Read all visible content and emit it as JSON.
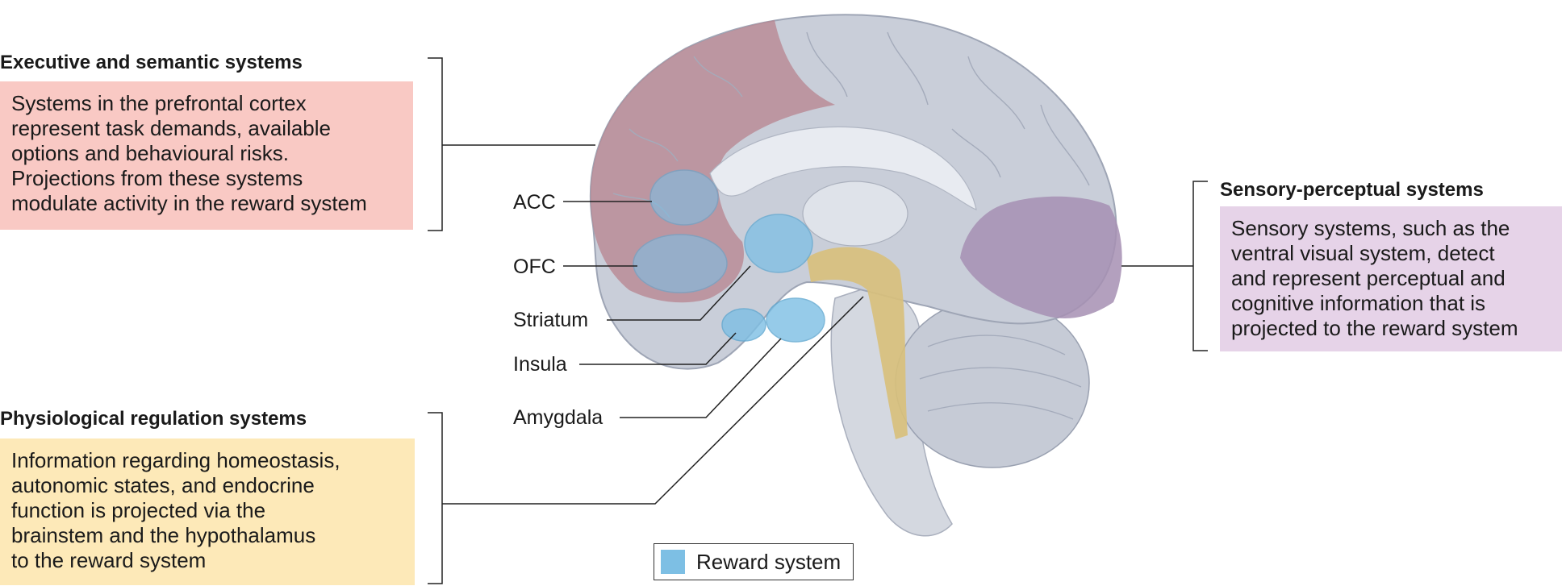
{
  "panels": {
    "executive": {
      "heading": "Executive and semantic systems",
      "lines": [
        "Systems in the prefrontal cortex",
        "represent task demands, available",
        "options and behavioural risks.",
        "Projections from these systems",
        "modulate activity in the reward system"
      ],
      "color": "#f9c9c4"
    },
    "physiological": {
      "heading": "Physiological regulation systems",
      "lines": [
        "Information regarding homeostasis,",
        "autonomic states, and endocrine",
        "function is projected via the",
        "brainstem and the hypothalamus",
        "to the reward system"
      ],
      "color": "#fde9b8"
    },
    "sensory": {
      "heading": "Sensory-perceptual systems",
      "lines": [
        "Sensory systems, such as the",
        "ventral visual system, detect",
        "and represent perceptual and",
        "cognitive information that is",
        "projected to the reward system"
      ],
      "color": "#e6d3e8"
    }
  },
  "regions": [
    {
      "id": "acc",
      "label": "ACC"
    },
    {
      "id": "ofc",
      "label": "OFC"
    },
    {
      "id": "striatum",
      "label": "Striatum"
    },
    {
      "id": "insula",
      "label": "Insula"
    },
    {
      "id": "amygdala",
      "label": "Amygdala"
    }
  ],
  "legend": {
    "label": "Reward system",
    "color": "#7dbfe4"
  },
  "colors": {
    "brain": "#c9ced9",
    "prefrontal": "#b88791",
    "occipital": "#a68fb3",
    "brainstem_tract": "#d8c07a",
    "reward": "#7dbfe4"
  }
}
